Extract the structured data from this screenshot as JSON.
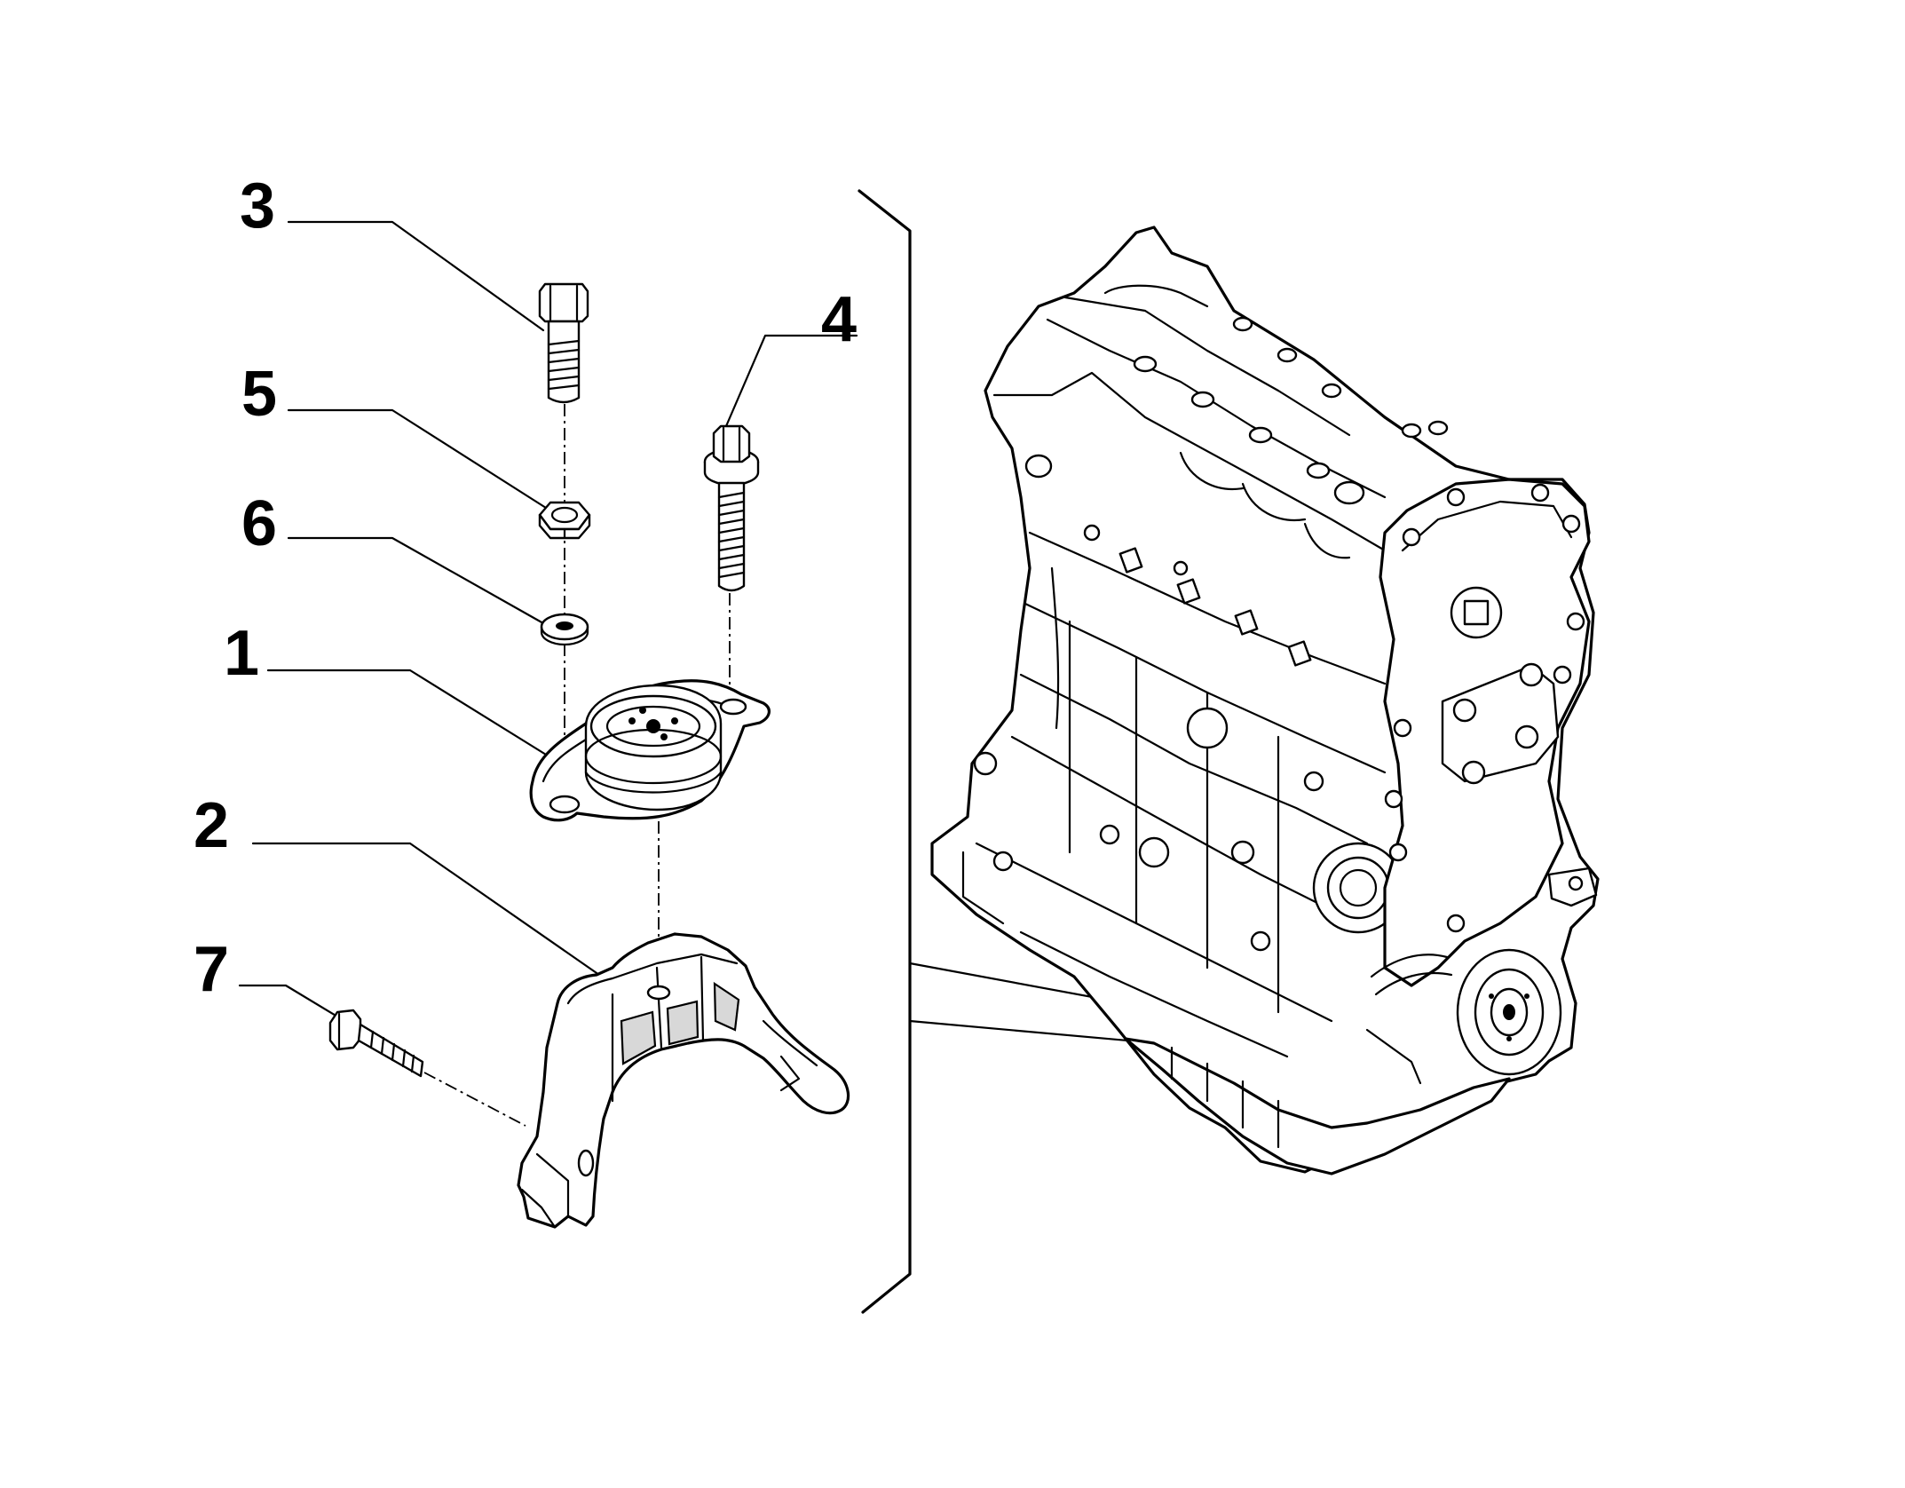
{
  "diagram": {
    "callouts": [
      {
        "id": "callout-3",
        "label": "3"
      },
      {
        "id": "callout-5",
        "label": "5"
      },
      {
        "id": "callout-6",
        "label": "6"
      },
      {
        "id": "callout-1",
        "label": "1"
      },
      {
        "id": "callout-2",
        "label": "2"
      },
      {
        "id": "callout-7",
        "label": "7"
      },
      {
        "id": "callout-4",
        "label": "4"
      }
    ],
    "parts": [
      "hex-bolt-icon",
      "flange-bolt-icon",
      "hex-nut-icon",
      "washer-icon",
      "engine-mount-pad-icon",
      "mount-bracket-icon",
      "bracket-bolt-icon",
      "engine-block-icon"
    ],
    "colors": {
      "line": "#000000",
      "background": "#ffffff",
      "shade": "#d8d8d8"
    }
  }
}
